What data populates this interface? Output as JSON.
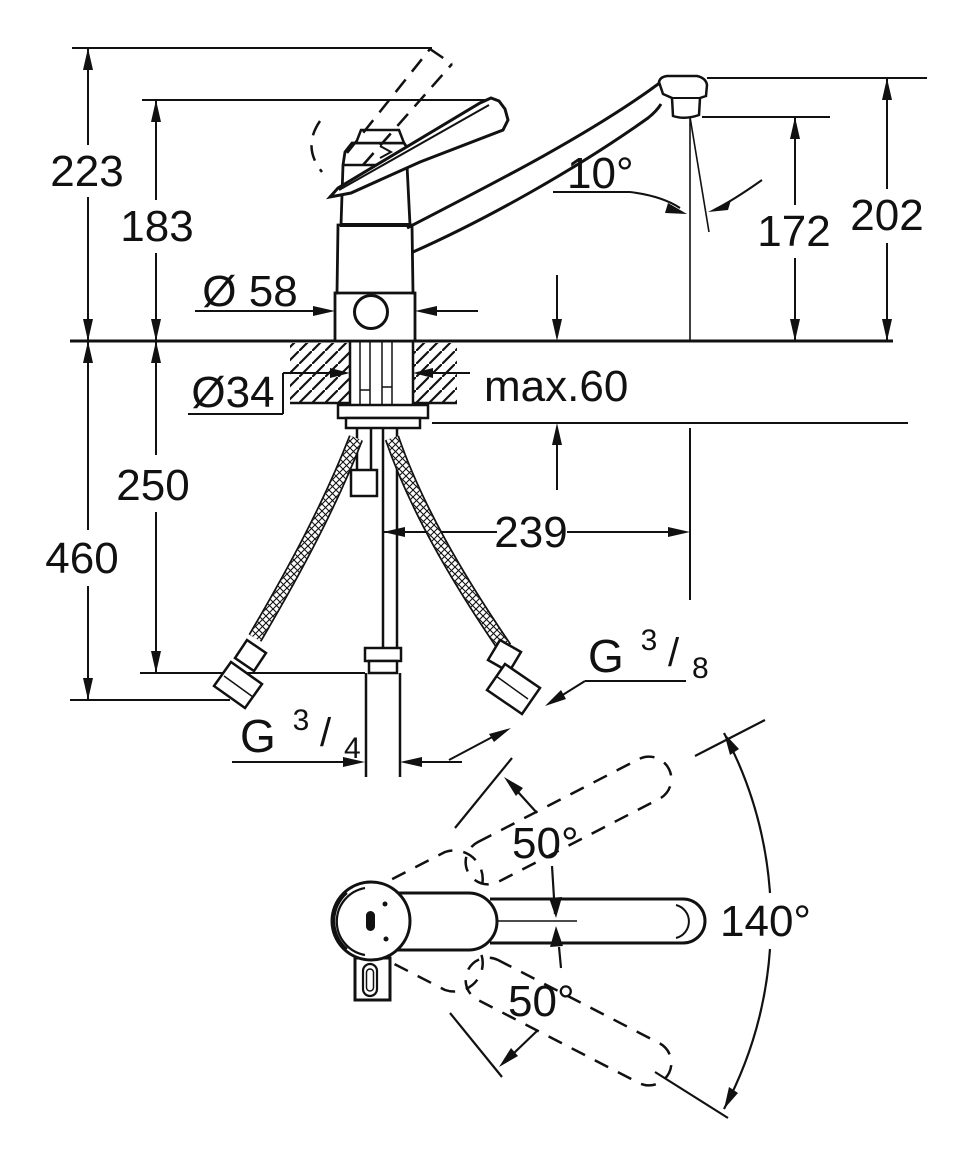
{
  "drawing": {
    "type": "technical-dimension-drawing",
    "subject": "single-lever kitchen sink mixer with swivel spout",
    "line_color": "#111111",
    "background_color": "#ffffff",
    "views": {
      "side_view_name": "installation side view",
      "plan_view_name": "swivel range plan view"
    },
    "dimensions": {
      "overall_height_handle_open": "223",
      "height_to_handle": "183",
      "spout_top_height": "202",
      "outlet_clearance_height": "172",
      "outlet_angle": "10°",
      "body_diameter": "Ø 58",
      "hole_diameter": "Ø34",
      "max_deck_thickness": "max.60",
      "spout_projection": "239",
      "stud_length": "250",
      "hose_length": "460",
      "supply_thread": {
        "label": "G 3/4",
        "prefix": "G",
        "numerator": "3",
        "slash": "/",
        "denominator": "4"
      },
      "hose_thread": {
        "label": "G 3/8",
        "prefix": "G",
        "numerator": "3",
        "slash": "/",
        "denominator": "8"
      },
      "swivel_upper": "50°",
      "swivel_lower": "50°",
      "swivel_total": "140°"
    }
  }
}
